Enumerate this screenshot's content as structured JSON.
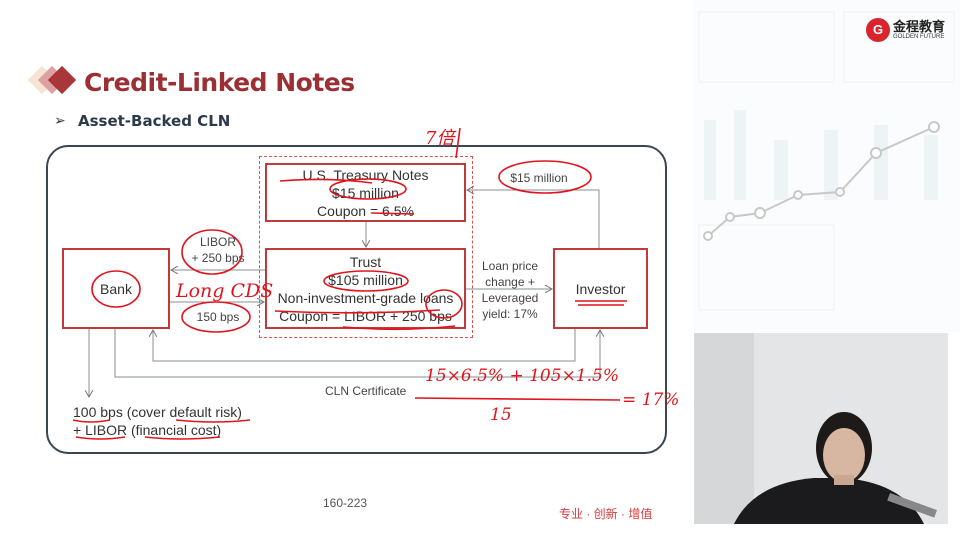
{
  "slide": {
    "title": "Credit-Linked Notes",
    "subtitle": "Asset-Backed CLN",
    "page_number": "160-223",
    "slogan": "专业 · 创新 · 增值"
  },
  "logo": {
    "name": "金程教育",
    "tagline": "GOLDEN FUTURE"
  },
  "diagram": {
    "treasury": {
      "title": "U.S. Treasury Notes",
      "amount": "$15 million",
      "coupon": "Coupon = 6.5%"
    },
    "trust": {
      "title": "Trust",
      "amount": "$105 million",
      "assets": "Non-investment-grade loans",
      "coupon": "Coupon = LIBOR + 250 bps"
    },
    "bank": "Bank",
    "investor": "Investor",
    "trust_to_bank": [
      "LIBOR",
      "+ 250 bps"
    ],
    "bank_to_trust": "150 bps",
    "trust_to_investor": [
      "Loan price",
      "change +",
      "Leveraged",
      "yield: 17%"
    ],
    "investor_to_treasury": "$15 million",
    "cln_label": "CLN Certificate",
    "bank_cost": [
      "100 bps (cover default risk)",
      "+ LIBOR (financial cost)"
    ]
  },
  "annotations": {
    "leverage": "7倍",
    "long_cds": "Long CDS",
    "numerator": "15×6.5% + 105×1.5%",
    "denominator": "15",
    "result": "= 17%"
  },
  "colors": {
    "title": "#9b2f34",
    "box_border": "#c0393b",
    "ink": "#e0141c"
  }
}
